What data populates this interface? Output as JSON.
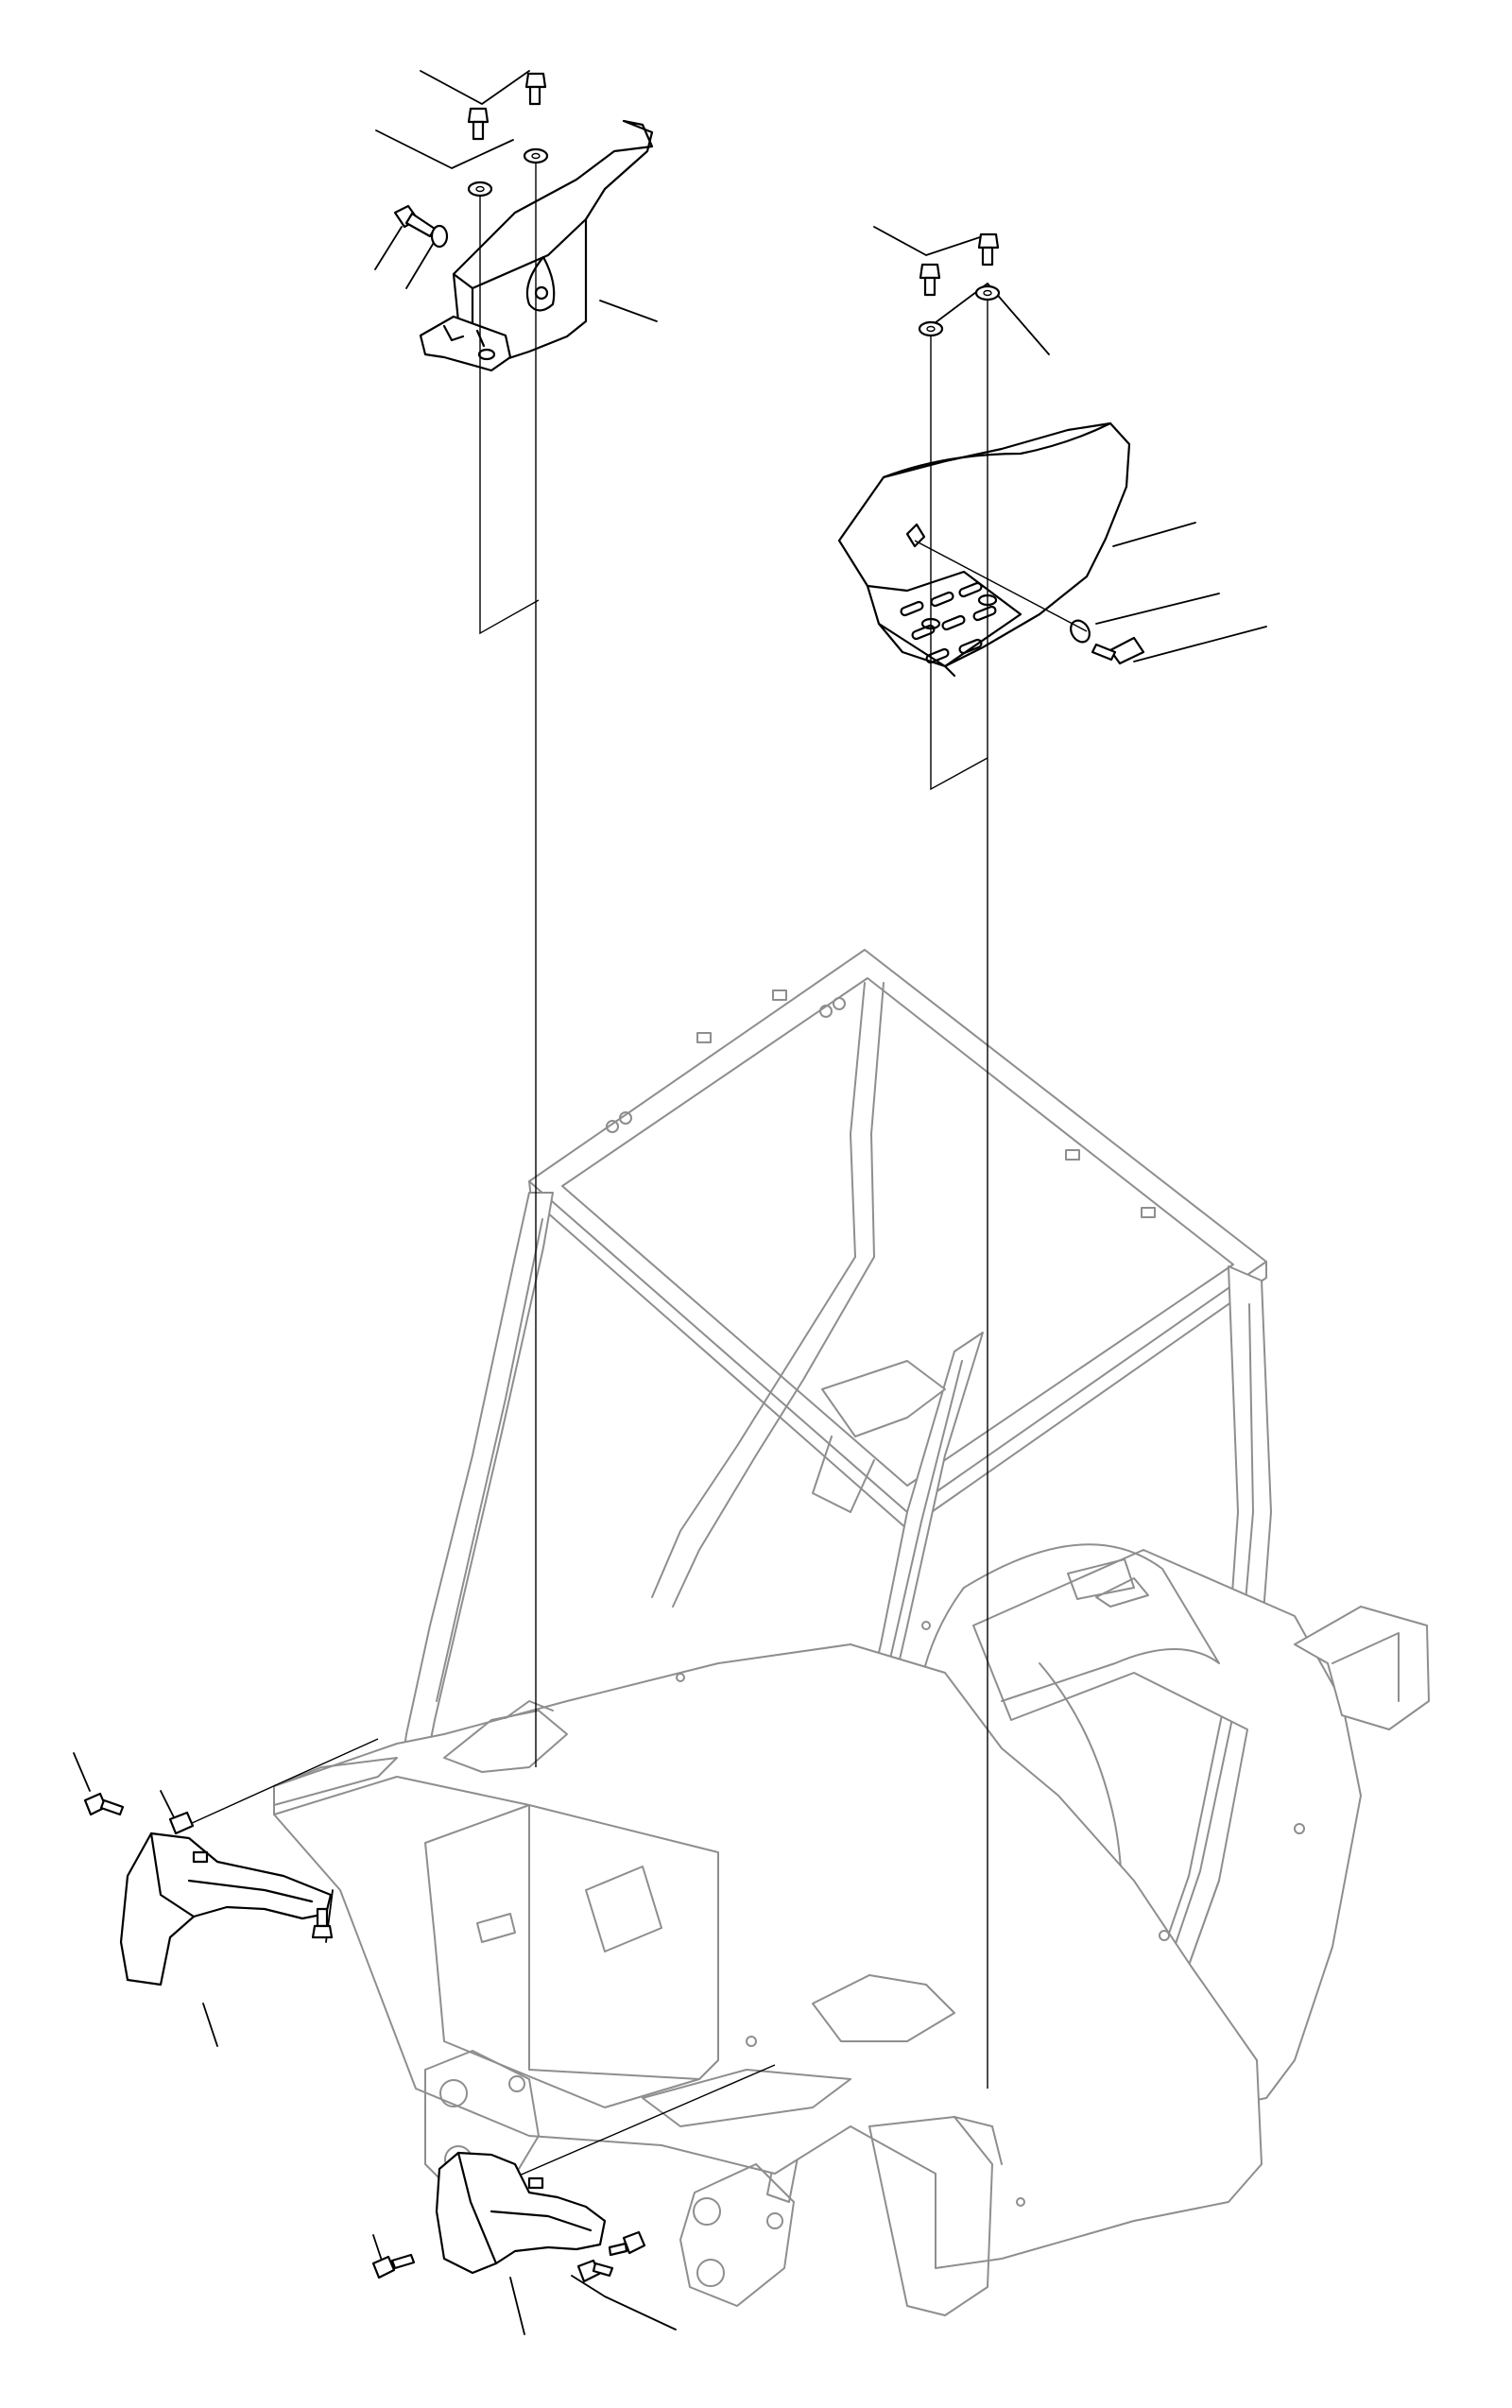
{
  "figure": {
    "style": "exploded-parts-line-drawing",
    "colors": {
      "parts": "#000000",
      "frame": "#8e8e8e",
      "background": "#ffffff"
    },
    "assemblies": [
      "upper-left-cover-with-bolts-and-washers",
      "upper-right-step-plate-with-bolts-and-washers",
      "cab-frame",
      "lower-left-fender-with-bolts",
      "lower-right-fender-with-bolts"
    ],
    "printed_text": []
  }
}
